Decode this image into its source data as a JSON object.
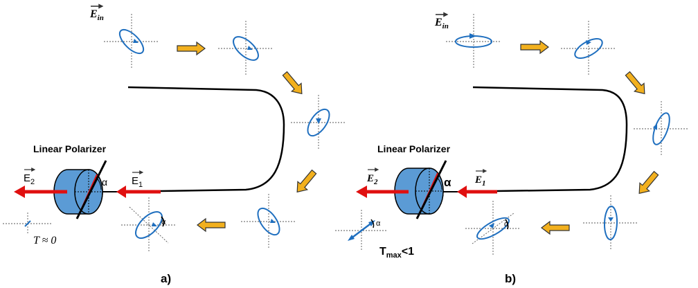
{
  "colors": {
    "ellipse": "#1f6fbf",
    "arrow_fill": "#f2b01e",
    "arrow_stroke": "#333333",
    "red": "#e01010",
    "polarizer": "#5b9bd5",
    "fiber": "#000000"
  },
  "panels": [
    {
      "id": "a",
      "caption": "a)",
      "polarizer_title": "Linear Polarizer",
      "e_in": {
        "base": "E",
        "sub": "in"
      },
      "e_out": {
        "base": "E",
        "sub": "2"
      },
      "e_mid": {
        "base": "E",
        "sub": "1"
      },
      "alpha": "α",
      "small_alpha": "α",
      "transmission": "T ≈ 0"
    },
    {
      "id": "b",
      "caption": "b)",
      "polarizer_title": "Linear Polarizer",
      "e_in": {
        "base": "E",
        "sub": "in"
      },
      "e_out": {
        "base": "E",
        "sub": "2"
      },
      "e_mid": {
        "base": "E",
        "sub": "1"
      },
      "alpha": "α",
      "small_alpha": "α",
      "out_alpha": "α",
      "transmission": {
        "base": "T",
        "sub": "max",
        "rest": "<1"
      }
    }
  ]
}
